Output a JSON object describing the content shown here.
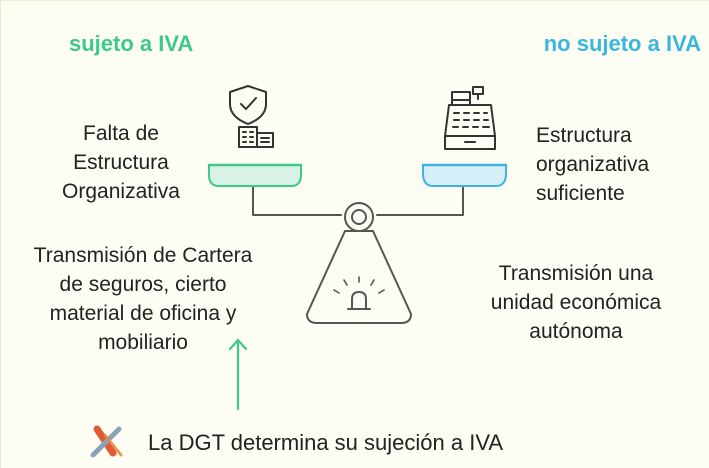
{
  "left_header": "sujeto a IVA",
  "right_header": "no sujeto a IVA",
  "left_case": {
    "title_lines": [
      "Falta de",
      "Estructura",
      "Organizativa"
    ],
    "detail_lines": [
      "Transmisión de Cartera",
      "de seguros, cierto",
      "material de oficina y",
      "mobiliario"
    ]
  },
  "right_case": {
    "title_lines": [
      "Estructura",
      "organizativa",
      "suficiente"
    ],
    "detail_lines": [
      "Transmisión una",
      "unidad económica",
      "autónoma"
    ]
  },
  "footer": {
    "text": "La DGT determina su sujeción a IVA"
  },
  "icons": {
    "left": "shield-building-icon",
    "right": "cash-register-icon",
    "footer": "agency-logo-icon",
    "scale": "balance-scale-icon"
  },
  "colors": {
    "left_accent": "#3cc98a",
    "right_accent": "#3ab7de",
    "left_pan_fill": "#d8f3e6",
    "right_pan_fill": "#d5eef8",
    "arrow": "#3cc98a",
    "line": "#555555"
  }
}
